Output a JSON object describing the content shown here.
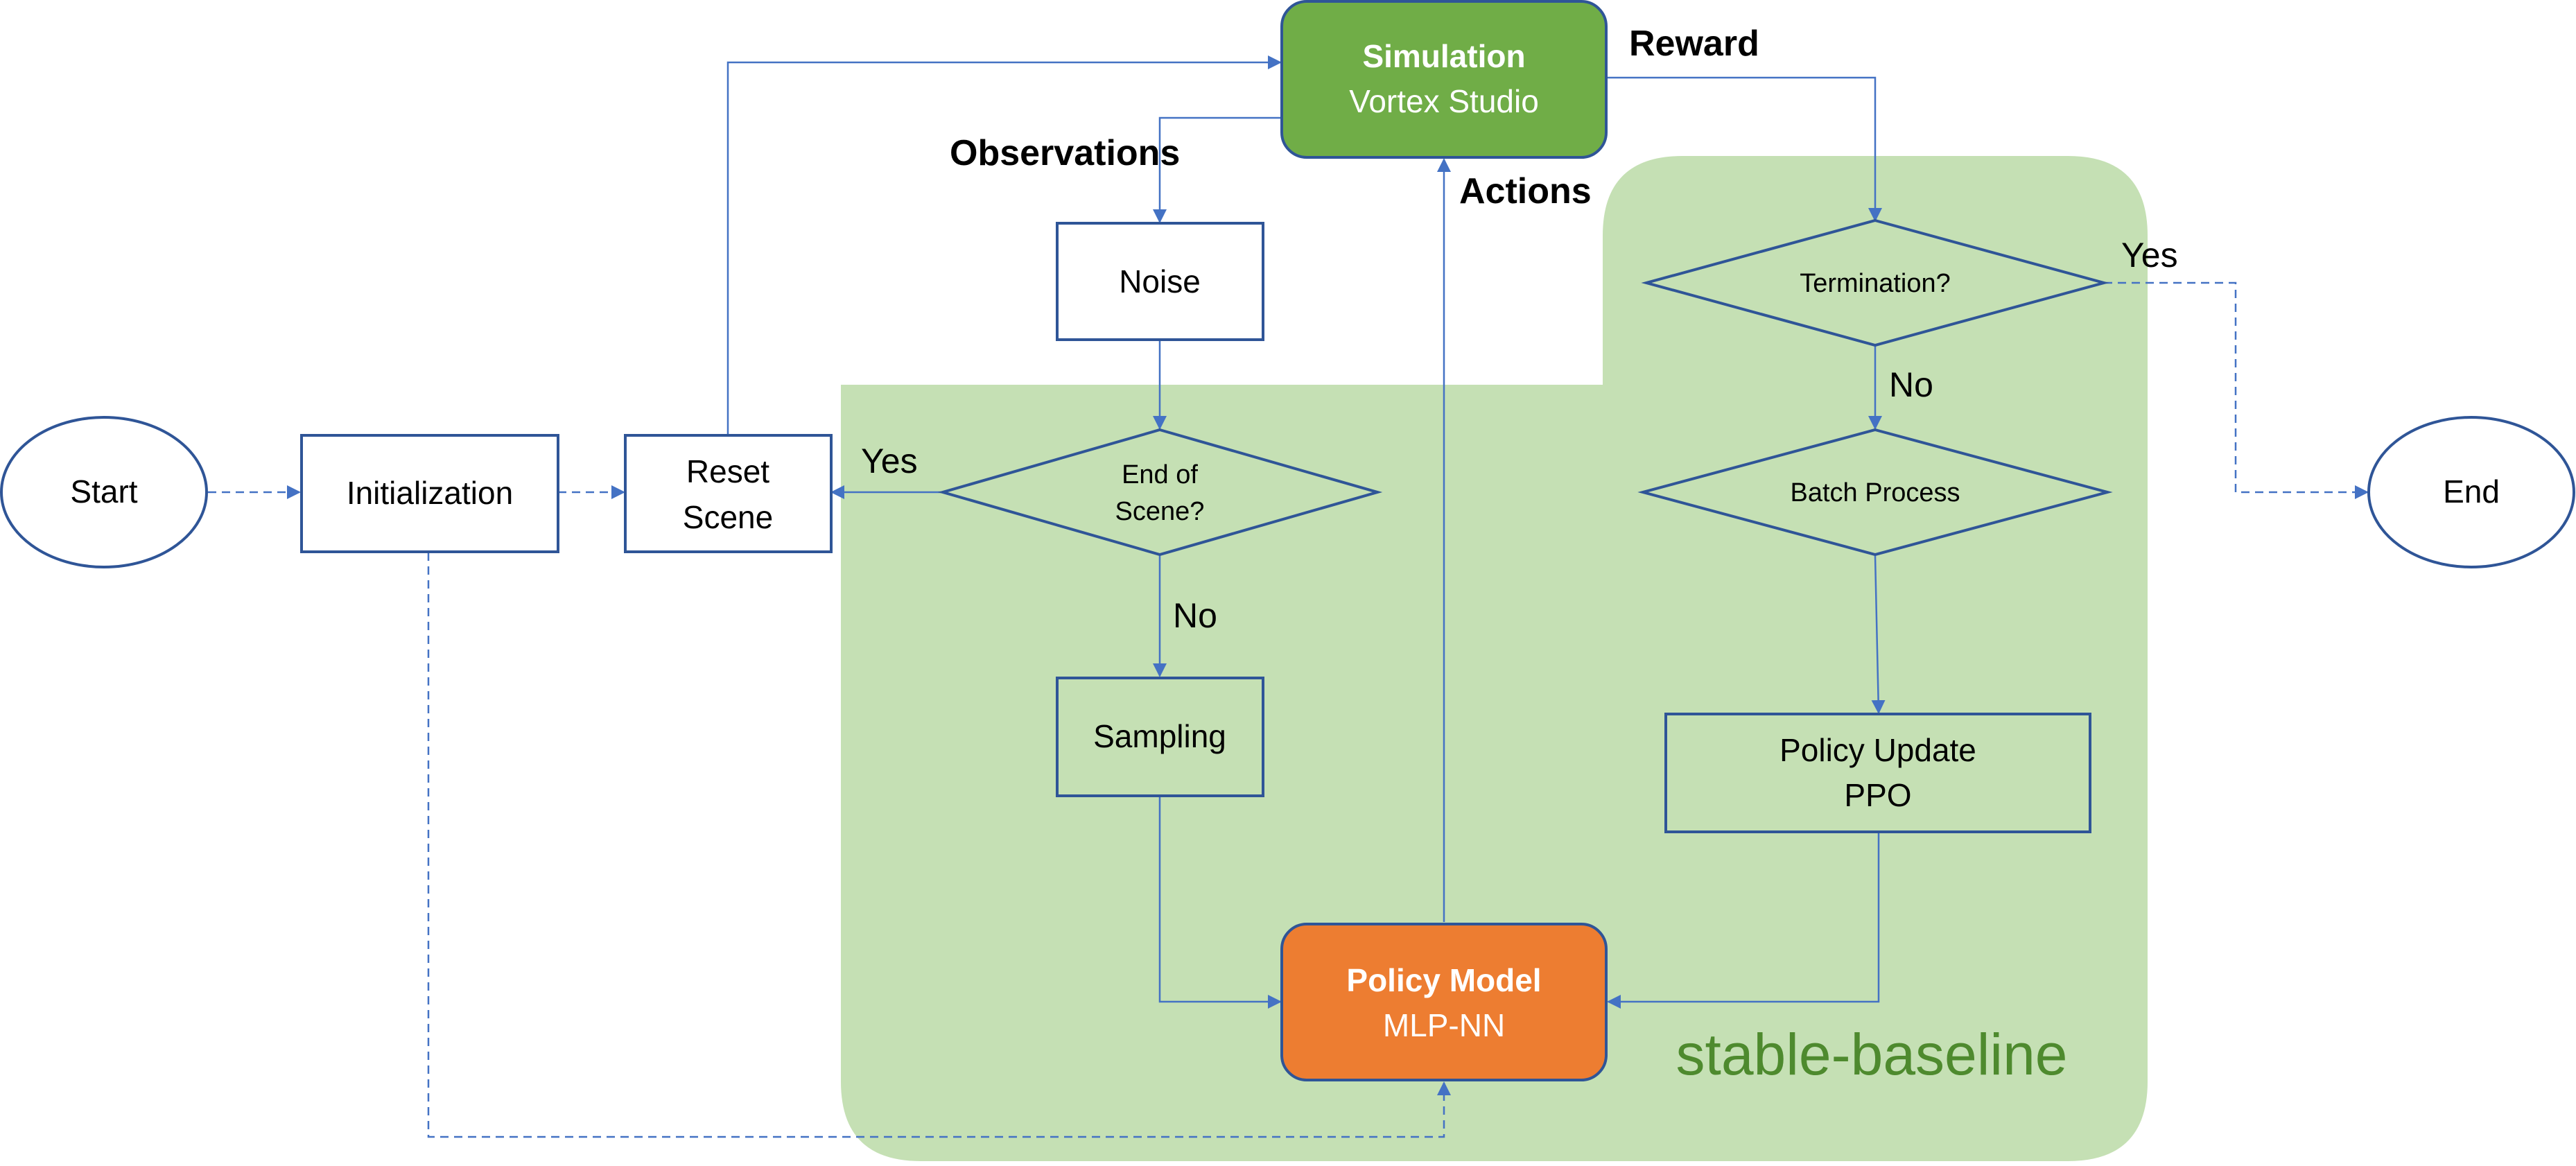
{
  "diagram": {
    "region_label": "stable-baseline",
    "nodes": {
      "start": {
        "text": "Start"
      },
      "initialization": {
        "text": "Initialization"
      },
      "reset_scene": {
        "line1": "Reset",
        "line2": "Scene"
      },
      "simulation": {
        "title": "Simulation",
        "subtitle": "Vortex Studio"
      },
      "noise": {
        "text": "Noise"
      },
      "end_of_scene": {
        "line1": "End of",
        "line2": "Scene?"
      },
      "sampling": {
        "text": "Sampling"
      },
      "policy_model": {
        "title": "Policy Model",
        "subtitle": "MLP-NN"
      },
      "termination": {
        "text": "Termination?"
      },
      "batch_process": {
        "text": "Batch Process"
      },
      "policy_update": {
        "line1": "Policy Update",
        "line2": "PPO"
      },
      "end": {
        "text": "End"
      }
    },
    "edge_labels": {
      "reward": "Reward",
      "observations": "Observations",
      "actions": "Actions",
      "yes_reset": "Yes",
      "no_sampling": "No",
      "yes_end": "Yes",
      "no_batch": "No"
    },
    "colors": {
      "stroke": "#2F5597",
      "arrow": "#4472C4",
      "region_fill": "#C5E0B4",
      "simulation_fill": "#70AD47",
      "policy_model_fill": "#ED7D31",
      "region_label": "#4E8A2E"
    }
  }
}
